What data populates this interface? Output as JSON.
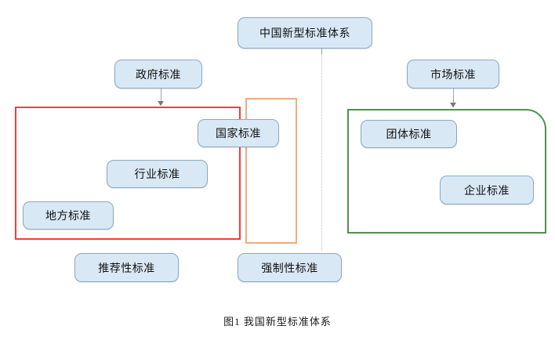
{
  "figure": {
    "caption": "图1  我国新型标准体系",
    "root": {
      "label": "中国新型标准体系"
    },
    "branches": {
      "government": {
        "label": "政府标准"
      },
      "market": {
        "label": "市场标准"
      }
    },
    "nodes": {
      "national": {
        "label": "国家标准"
      },
      "industry": {
        "label": "行业标准"
      },
      "local": {
        "label": "地方标准"
      },
      "association": {
        "label": "团体标准"
      },
      "enterprise": {
        "label": "企业标准"
      }
    },
    "footers": {
      "recommended": {
        "label": "推荐性标准"
      },
      "mandatory": {
        "label": "强制性标准"
      }
    },
    "frames": {
      "recommended_scope": {
        "name": "recommended-scope-frame",
        "color": "#fb3b35"
      },
      "mandatory_scope": {
        "name": "mandatory-scope-frame",
        "color": "#f5a97c"
      },
      "market_scope": {
        "name": "market-scope-frame",
        "color": "#51904f"
      }
    },
    "colors": {
      "node_fill": "#d9e8f5",
      "node_border": "#8aa9c0",
      "connector": "#9aa7b0",
      "divider": "#b9c3c9"
    }
  }
}
